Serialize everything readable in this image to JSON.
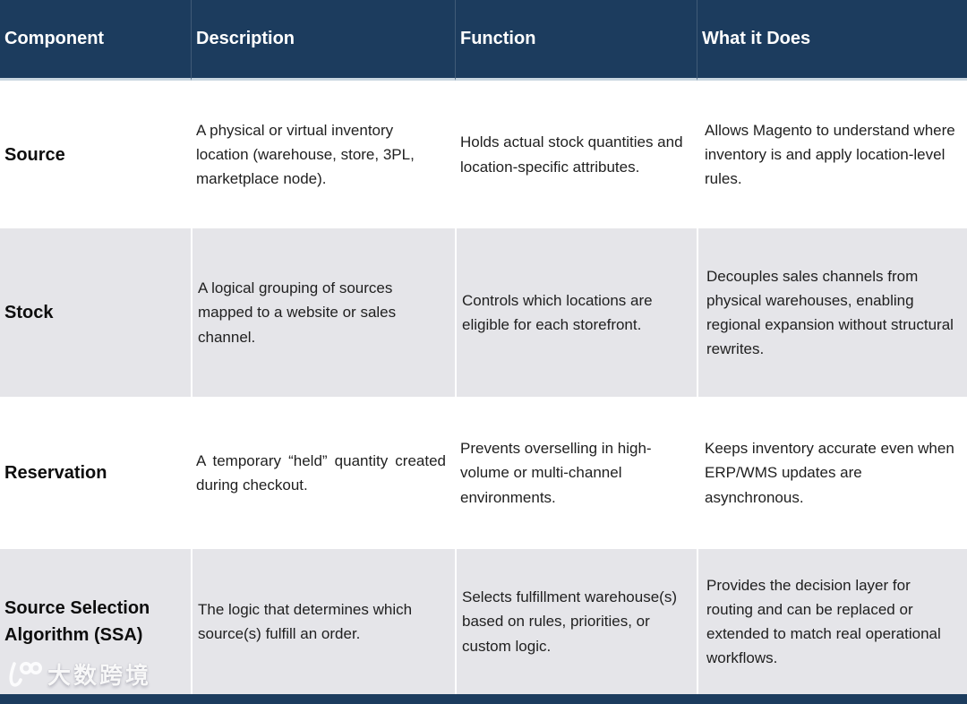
{
  "table": {
    "columns": [
      {
        "label": "Component"
      },
      {
        "label": "Description"
      },
      {
        "label": "Function"
      },
      {
        "label": "What it Does"
      }
    ],
    "rows": [
      {
        "component": "Source",
        "description": "A physical or virtual inventory location (warehouse, store, 3PL, marketplace node).",
        "function": "Holds actual stock quantities and location-specific attributes.",
        "what_it_does": "Allows Magento to understand where inventory is and apply location-level rules."
      },
      {
        "component": "Stock",
        "description": "A logical grouping of sources mapped to a website or sales channel.",
        "function": "Controls which locations are eligible for each storefront.",
        "what_it_does": "Decouples sales channels from physical warehouses, enabling regional expansion without structural rewrites."
      },
      {
        "component": "Reservation",
        "description": "A temporary “held” quantity created during checkout.",
        "function": "Prevents overselling in high-volume or multi-channel environments.",
        "what_it_does": "Keeps inventory accurate even when ERP/WMS updates are asynchronous."
      },
      {
        "component": "Source Selection Algorithm (SSA)",
        "description": "The logic that determines which source(s) fulfill an order.",
        "function": "Selects fulfillment warehouse(s) based on rules, priorities, or custom logic.",
        "what_it_does": "Provides the decision layer for routing and can be replaced or extended to match real operational workflows."
      }
    ]
  },
  "watermark": {
    "logo_icon": "k100-logo-icon",
    "text": "大数跨境"
  },
  "colors": {
    "header_bg": "#1c3c5e",
    "row_alt_bg": "#e5e5e9",
    "row_bg": "#ffffff",
    "header_text": "#ffffff",
    "body_text": "#1f1f1f",
    "header_underline": "#c9d6e0"
  }
}
